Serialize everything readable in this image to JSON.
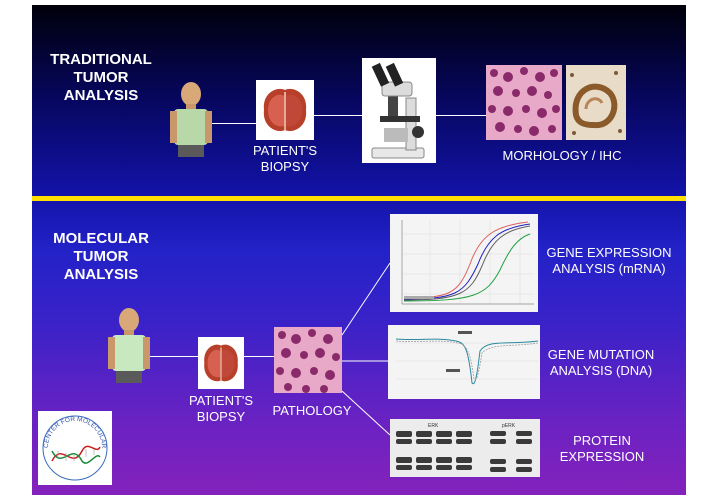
{
  "top": {
    "title_lines": [
      "TRADITIONAL",
      "TUMOR",
      "ANALYSIS"
    ],
    "biopsy_lines": [
      "PATIENT'S",
      "BIOPSY"
    ],
    "morphology_label": "MORHOLOGY / IHC"
  },
  "bottom": {
    "title_lines": [
      "MOLECULAR",
      "TUMOR",
      "ANALYSIS"
    ],
    "biopsy_lines": [
      "PATIENT'S",
      "BIOPSY"
    ],
    "pathology_label": "PATHOLOGY",
    "gene_expression_lines": [
      "GENE EXPRESSION",
      "ANALYSIS (mRNA)"
    ],
    "gene_mutation_lines": [
      "GENE MUTATION",
      "ANALYSIS (DNA)"
    ],
    "protein_lines": [
      "PROTEIN",
      "EXPRESSION"
    ],
    "blot_labels": [
      "ERK",
      "pERK"
    ]
  },
  "colors": {
    "accent_divider": "#ffe000",
    "text": "#ffffff"
  }
}
